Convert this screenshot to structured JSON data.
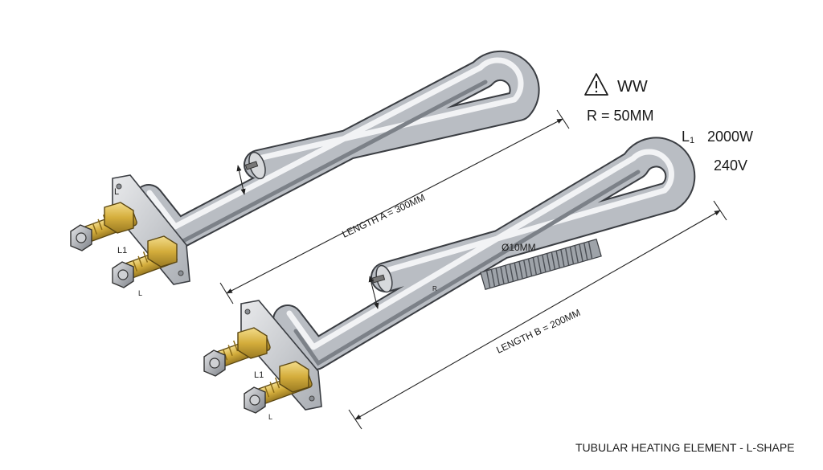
{
  "specs": {
    "warning_label": "WW",
    "radius": "R = 50MM",
    "phase": "L",
    "phase_sub": "1",
    "power": "2000W",
    "voltage": "240V"
  },
  "dimensions": {
    "length_a": "LENGTH A = 300MM",
    "length_b": "LENGTH B = 200MM",
    "diameter": "Ø10MM",
    "small_mark": "R"
  },
  "terminals": {
    "top_flange_mark": "L",
    "top_label": "L1",
    "top_small": "L",
    "bottom_label": "L1",
    "bottom_small": "L"
  },
  "caption": "TUBULAR HEATING ELEMENT - L-SHAPE",
  "colors": {
    "tube_light": "#f2f3f5",
    "tube_mid": "#b9bdc3",
    "tube_dark": "#6f747b",
    "brass_light": "#f3dc8a",
    "brass_dark": "#9a7a22",
    "line": "#222222"
  }
}
